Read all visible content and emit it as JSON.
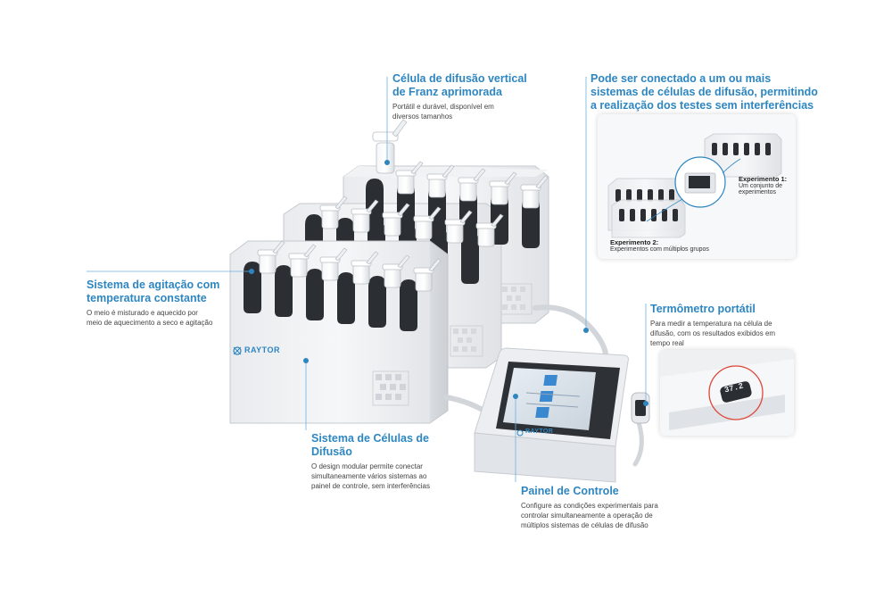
{
  "callouts": {
    "franz": {
      "title_line1": "Célula de difusão vertical",
      "title_line2": "de Franz aprimorada",
      "desc_line1": "Portátil e durável, disponível em",
      "desc_line2": "diversos tamanhos"
    },
    "connect": {
      "title_line1": "Pode ser conectado a um ou mais",
      "title_line2": "sistemas de células de difusão, permitindo",
      "title_line3": "a realização dos testes sem interferências"
    },
    "agitation": {
      "title_line1": "Sistema de agitação com",
      "title_line2": "temperatura constante",
      "desc_line1": "O meio é misturado e aquecido por",
      "desc_line2": "meio de aquecimento a seco e agitação"
    },
    "thermometer": {
      "title": "Termômetro portátil",
      "desc_line1": "Para medir a temperatura na célula de",
      "desc_line2": "difusão, com os resultados exibidos em",
      "desc_line3": "tempo real"
    },
    "cells": {
      "title_line1": "Sistema de Células de",
      "title_line2": "Difusão",
      "desc_line1": "O design modular permite conectar",
      "desc_line2": "simultaneamente vários sistemas ao",
      "desc_line3": "painel de controle, sem interferências"
    },
    "panel": {
      "title": "Painel de Controle",
      "desc_line1": "Configure as condições experimentais para",
      "desc_line2": "controlar simultaneamente a operação de",
      "desc_line3": "múltiplos sistemas de células de difusão"
    }
  },
  "inset_experiments": {
    "exp1_title": "Experimento 1:",
    "exp1_line1": "Um conjunto de",
    "exp1_line2": "experimentos",
    "exp2_title": "Experimento 2:",
    "exp2_line1": "Experimentos com múltiplos grupos"
  },
  "brand": {
    "name": "RAYTOR",
    "accent": "#2e86c1"
  },
  "thermometer_display": "37.2",
  "icons": [
    "brand-logo-icon",
    "callout-dot-icon"
  ]
}
